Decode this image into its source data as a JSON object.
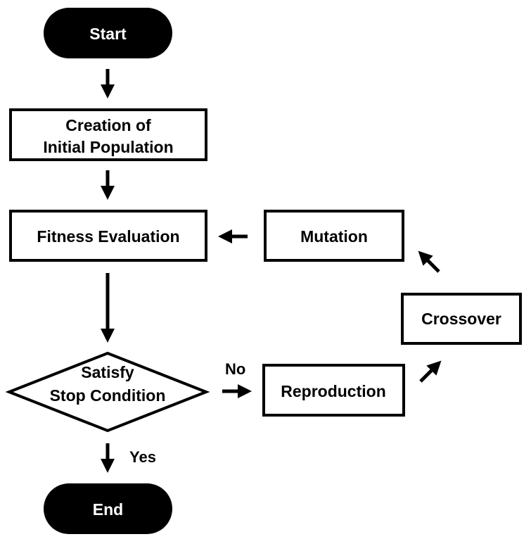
{
  "nodes": {
    "start": {
      "label": "Start"
    },
    "creation": {
      "lines": [
        "Creation of",
        "Initial Population"
      ]
    },
    "fitness": {
      "label": "Fitness Evaluation"
    },
    "mutation": {
      "label": "Mutation"
    },
    "crossover": {
      "label": "Crossover"
    },
    "decision": {
      "lines": [
        "Satisfy",
        "Stop Condition"
      ]
    },
    "reproduction": {
      "label": "Reproduction"
    },
    "end": {
      "label": "End"
    }
  },
  "edge_labels": {
    "no": "No",
    "yes": "Yes"
  },
  "colors": {
    "terminal_fill": "#000000",
    "terminal_text": "#ffffff",
    "box_stroke": "#000000",
    "box_fill": "#ffffff",
    "text": "#000000",
    "arrow": "#000000"
  }
}
